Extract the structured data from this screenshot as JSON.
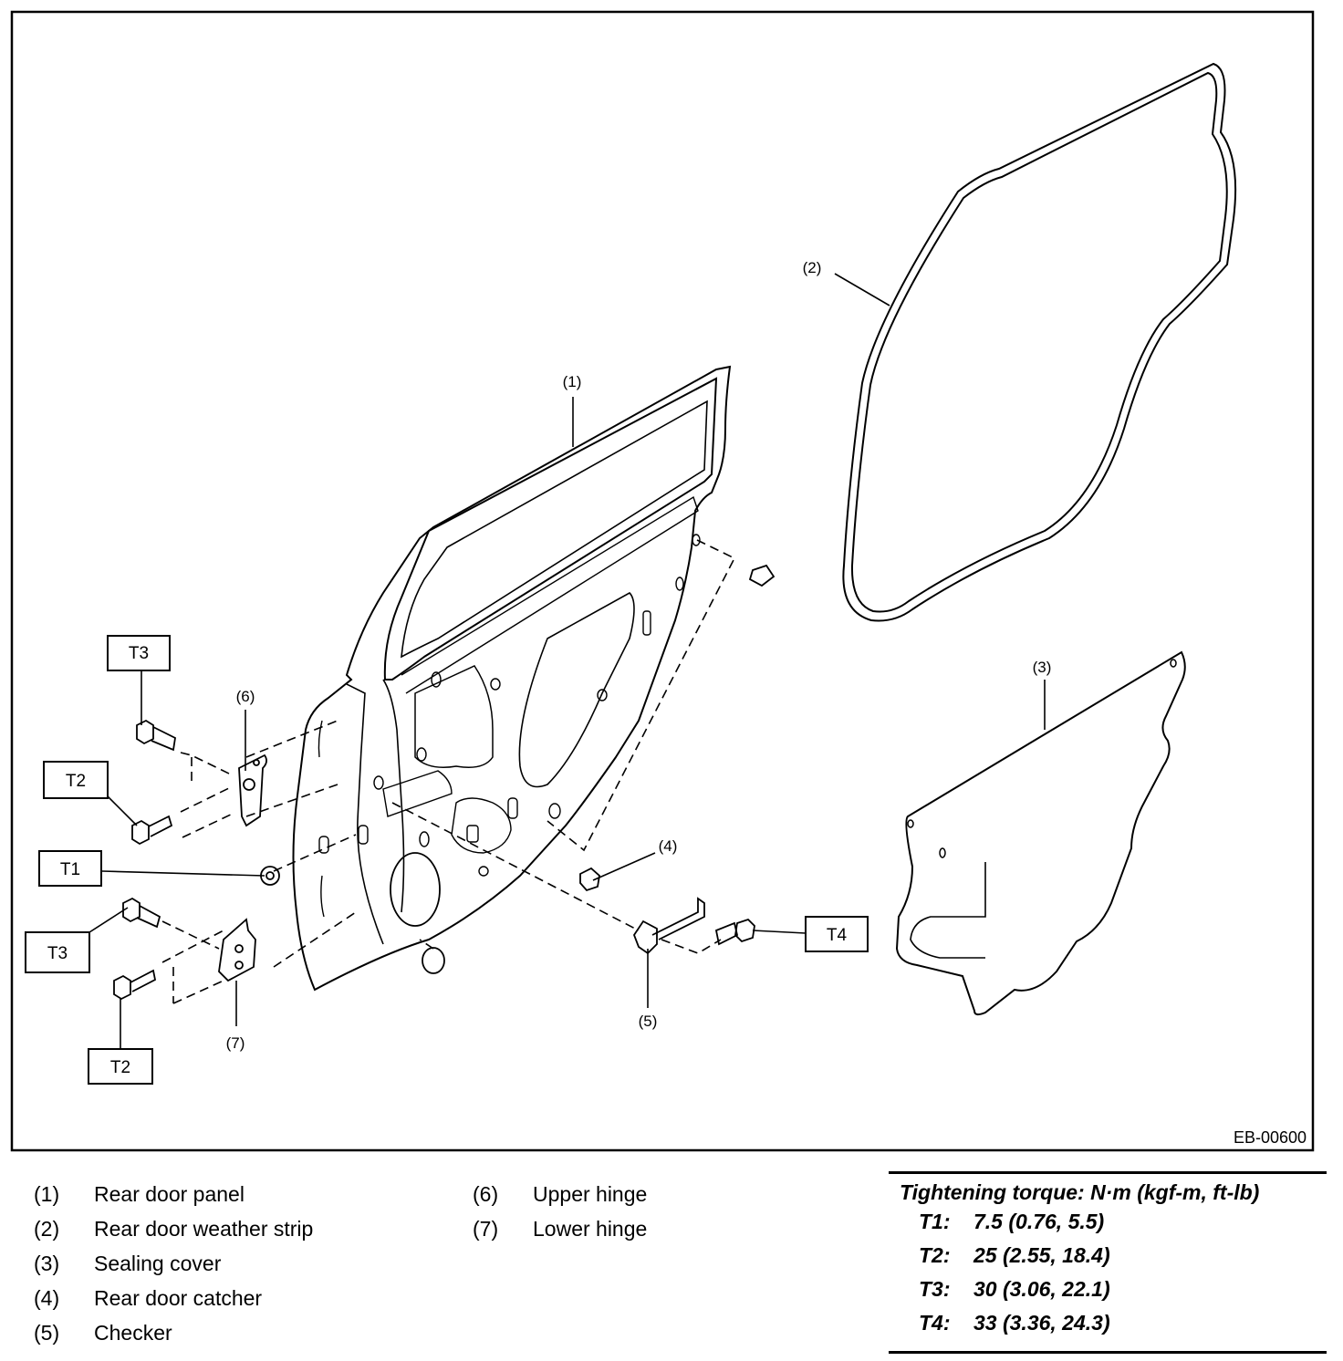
{
  "figure_id": "EB-00600",
  "callouts": {
    "c1": "(1)",
    "c2": "(2)",
    "c3": "(3)",
    "c4": "(4)",
    "c5": "(5)",
    "c6": "(6)",
    "c7": "(7)"
  },
  "torque_boxes": {
    "t3_upper": "T3",
    "t2_upper": "T2",
    "t1": "T1",
    "t3_lower": "T3",
    "t2_lower": "T2",
    "t4": "T4"
  },
  "legend": {
    "left": [
      {
        "num": "(1)",
        "text": "Rear door panel"
      },
      {
        "num": "(2)",
        "text": "Rear door weather strip"
      },
      {
        "num": "(3)",
        "text": "Sealing cover"
      },
      {
        "num": "(4)",
        "text": "Rear door catcher"
      },
      {
        "num": "(5)",
        "text": "Checker"
      }
    ],
    "right": [
      {
        "num": "(6)",
        "text": "Upper hinge"
      },
      {
        "num": "(7)",
        "text": "Lower hinge"
      }
    ]
  },
  "torque": {
    "title": "Tightening torque: N·m (kgf-m, ft-lb)",
    "rows": [
      {
        "key": "T1:",
        "value": "7.5 (0.76, 5.5)"
      },
      {
        "key": "T2:",
        "value": "25 (2.55, 18.4)"
      },
      {
        "key": "T3:",
        "value": "30 (3.06, 22.1)"
      },
      {
        "key": "T4:",
        "value": "33 (3.36, 24.3)"
      }
    ]
  }
}
